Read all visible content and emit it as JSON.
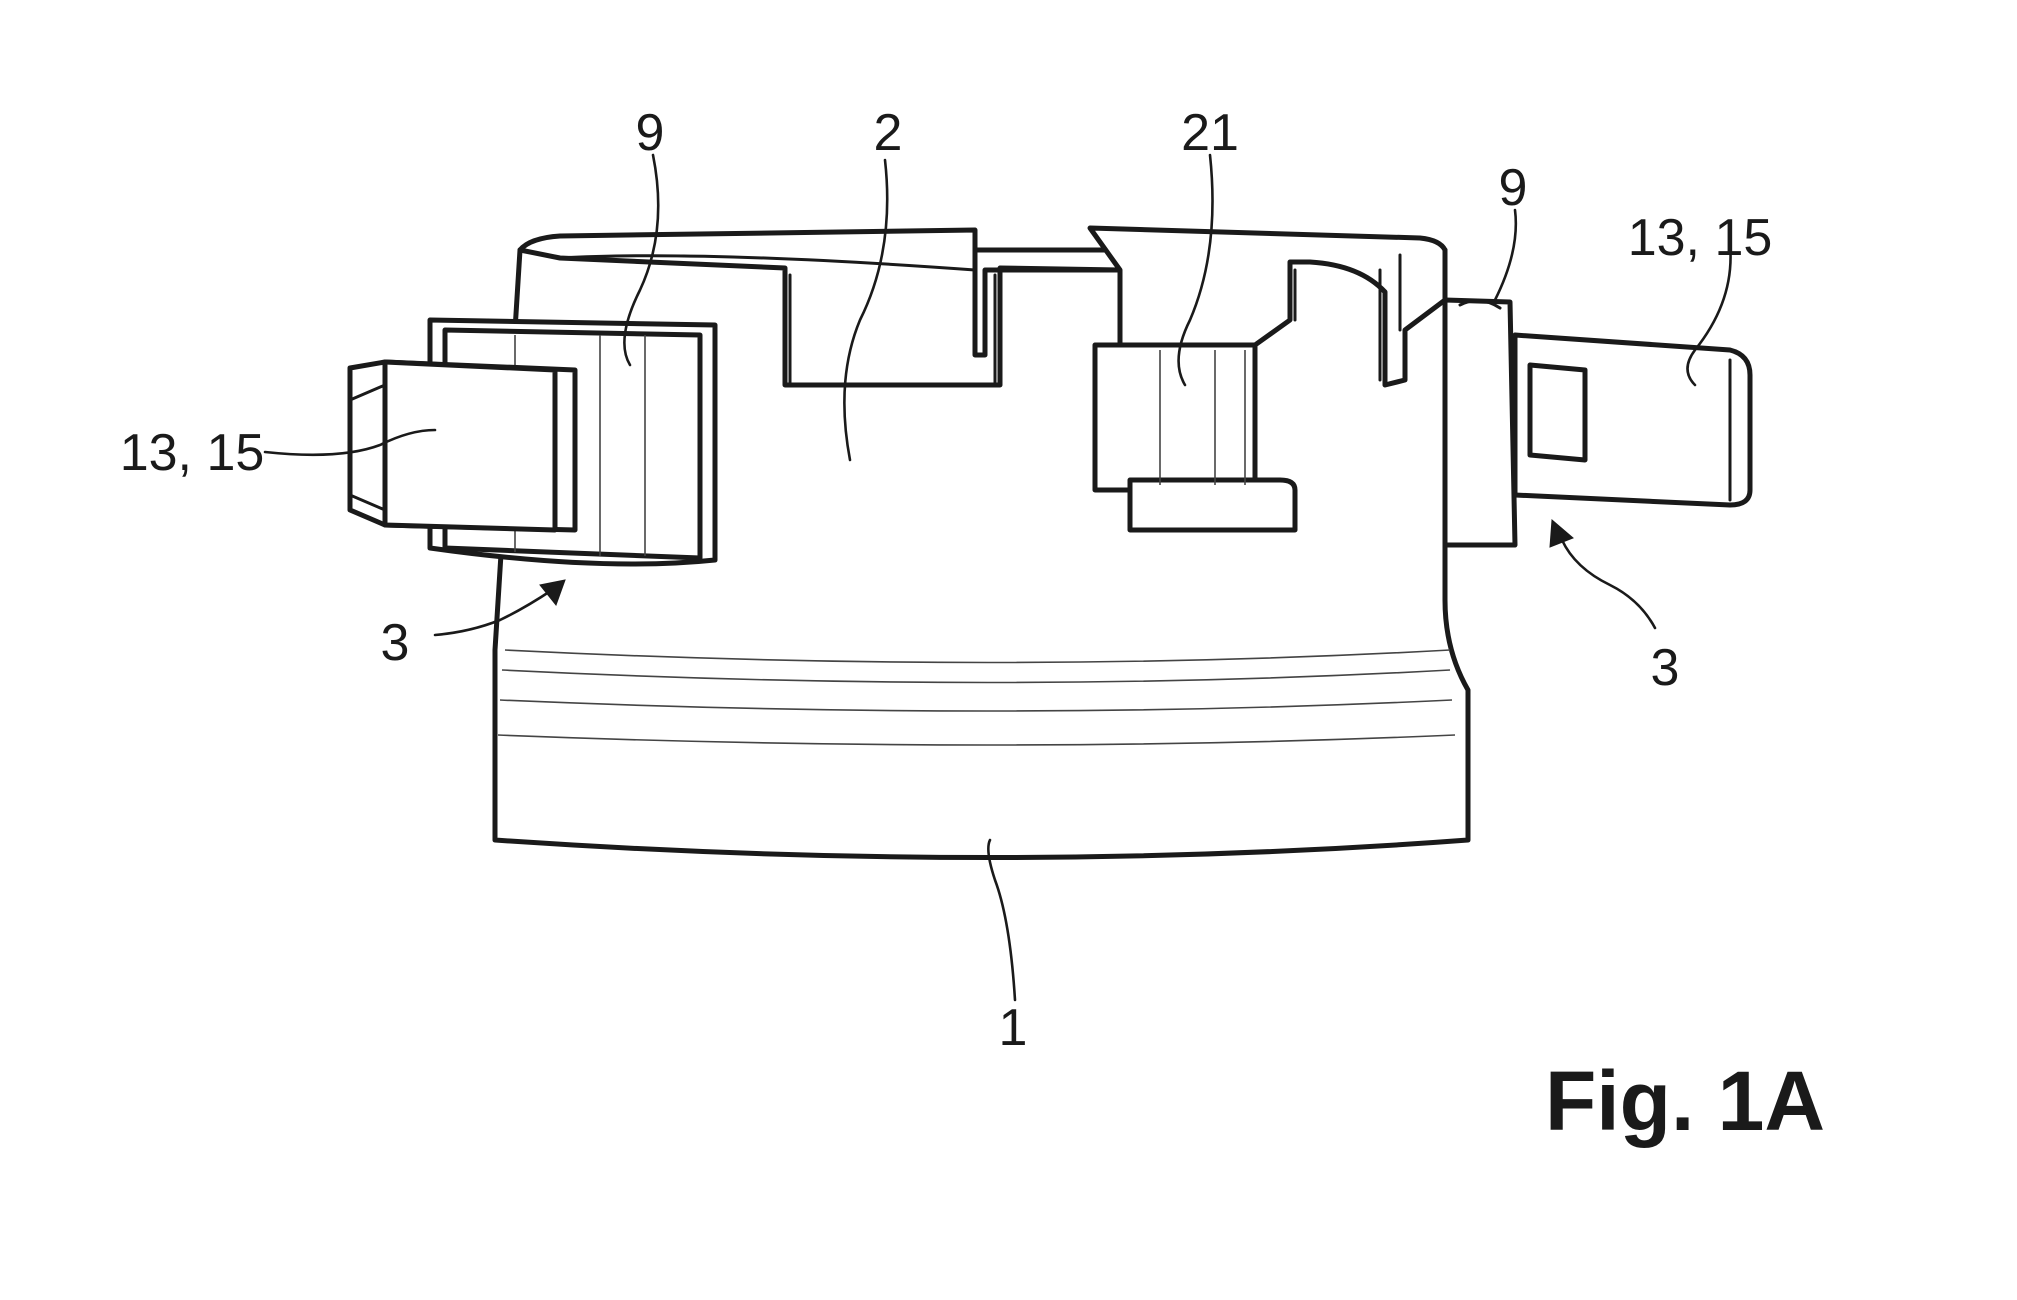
{
  "figure": {
    "caption": "Fig. 1A"
  },
  "labels": {
    "housing": "1",
    "upper_part": "2",
    "clip_left": "3",
    "clip_right": "3",
    "collar_left": "9",
    "collar_right": "9",
    "tongue_left": "13, 15",
    "tongue_right": "13, 15",
    "latch": "21"
  },
  "colors": {
    "line": "#1a1a1a",
    "background": "#ffffff"
  }
}
